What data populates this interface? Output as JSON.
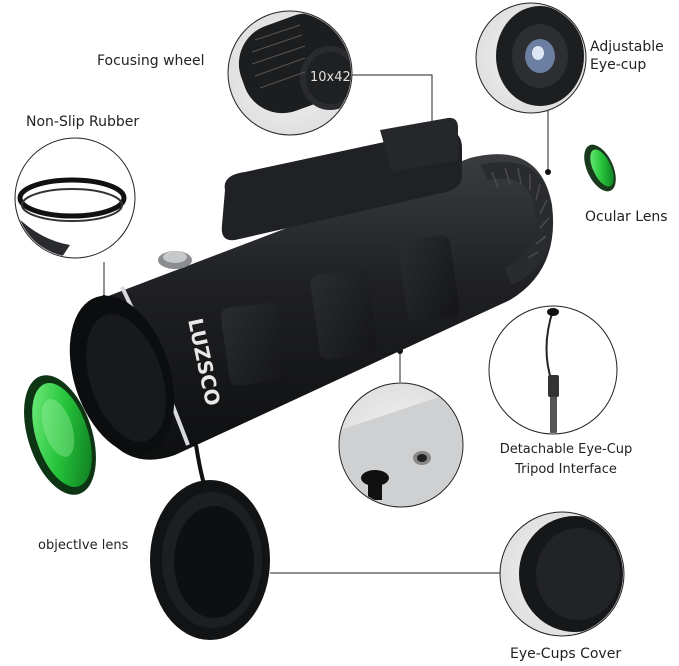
{
  "product": {
    "brand_mark": "LUZSCO",
    "magnification": "10x42"
  },
  "callouts": {
    "focusing_wheel": "Focusing wheel",
    "non_slip_rubber": "Non-Slip Rubber",
    "adjustable_eyecup_line1": "Adjustable",
    "adjustable_eyecup_line2": "Eye-cup",
    "ocular_lens": "Ocular Lens",
    "tripod_line1": "Detachable Eye-Cup",
    "tripod_line2": "Tripod Interface",
    "objective_lens": "objectIve lens",
    "eyecups_cover": "Eye-Cups Cover"
  },
  "colors": {
    "body": "#1b1c1e",
    "lens_green": "#2ecc40",
    "ring_silver": "#d9dadc",
    "leader_line": "#222222"
  }
}
